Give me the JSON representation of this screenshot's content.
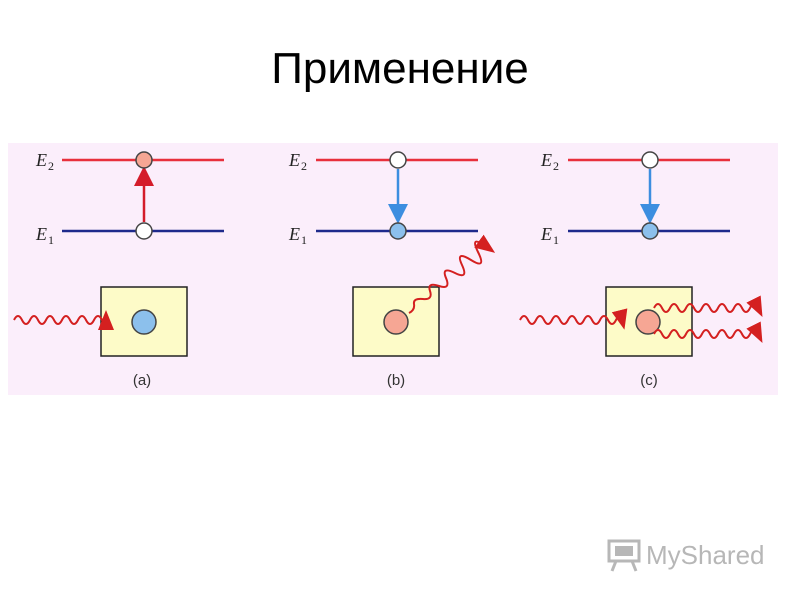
{
  "title": "Применение",
  "level_labels": {
    "upper": {
      "letter": "E",
      "sub": "2"
    },
    "lower": {
      "letter": "E",
      "sub": "1"
    }
  },
  "panels": [
    {
      "caption": "(a)"
    },
    {
      "caption": "(b)"
    },
    {
      "caption": "(c)"
    }
  ],
  "colors": {
    "upper_level": "#e8303c",
    "lower_level": "#1e2a8c",
    "absorb_arrow": "#d41c2a",
    "emit_arrow": "#3c8ee0",
    "photon": "#d42020",
    "excited_atom": "#f6a694",
    "ground_atom": "#8cc0ec",
    "box_fill": "#fdfbc8",
    "panel_bg": "#fbeefb"
  },
  "watermark": {
    "text": "MyShared"
  }
}
